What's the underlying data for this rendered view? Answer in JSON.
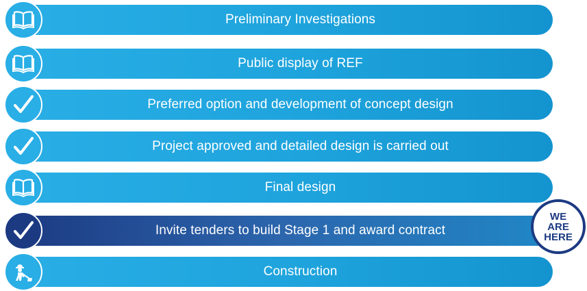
{
  "steps": [
    {
      "label": "Preliminary Investigations",
      "icon": "book-icon",
      "status": "info"
    },
    {
      "label": "Public display of REF",
      "icon": "book-icon",
      "status": "info"
    },
    {
      "label": "Preferred option and development of concept design",
      "icon": "check-icon",
      "status": "complete"
    },
    {
      "label": "Project approved and detailed design is carried out",
      "icon": "check-icon",
      "status": "complete"
    },
    {
      "label": "Final design",
      "icon": "book-icon",
      "status": "info"
    },
    {
      "label": "Invite tenders to  build Stage 1 and award contract",
      "icon": "check-icon",
      "status": "current"
    },
    {
      "label": "Construction",
      "icon": "worker-icon",
      "status": "upcoming"
    }
  ],
  "badge": {
    "line1": "WE",
    "line2": "ARE",
    "line3": "HERE"
  },
  "colors": {
    "step_blue": "#29aee6",
    "current_navy": "#1c3a82",
    "text": "#ffffff"
  }
}
